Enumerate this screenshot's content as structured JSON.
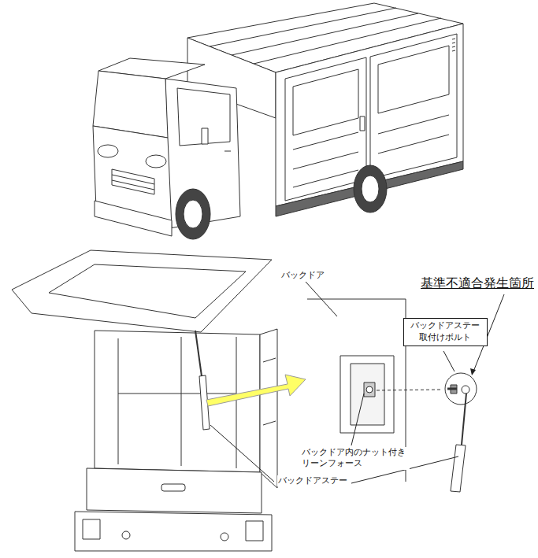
{
  "diagram": {
    "nodes": [
      {
        "text": [
          "バックドアステー 取付けボルト"
        ]
      }
    ],
    "labels": [
      "バックドア",
      "基準不適合発生箇所",
      "バックドア内のナット付き リーンフォース",
      "バックドアステー"
    ]
  }
}
